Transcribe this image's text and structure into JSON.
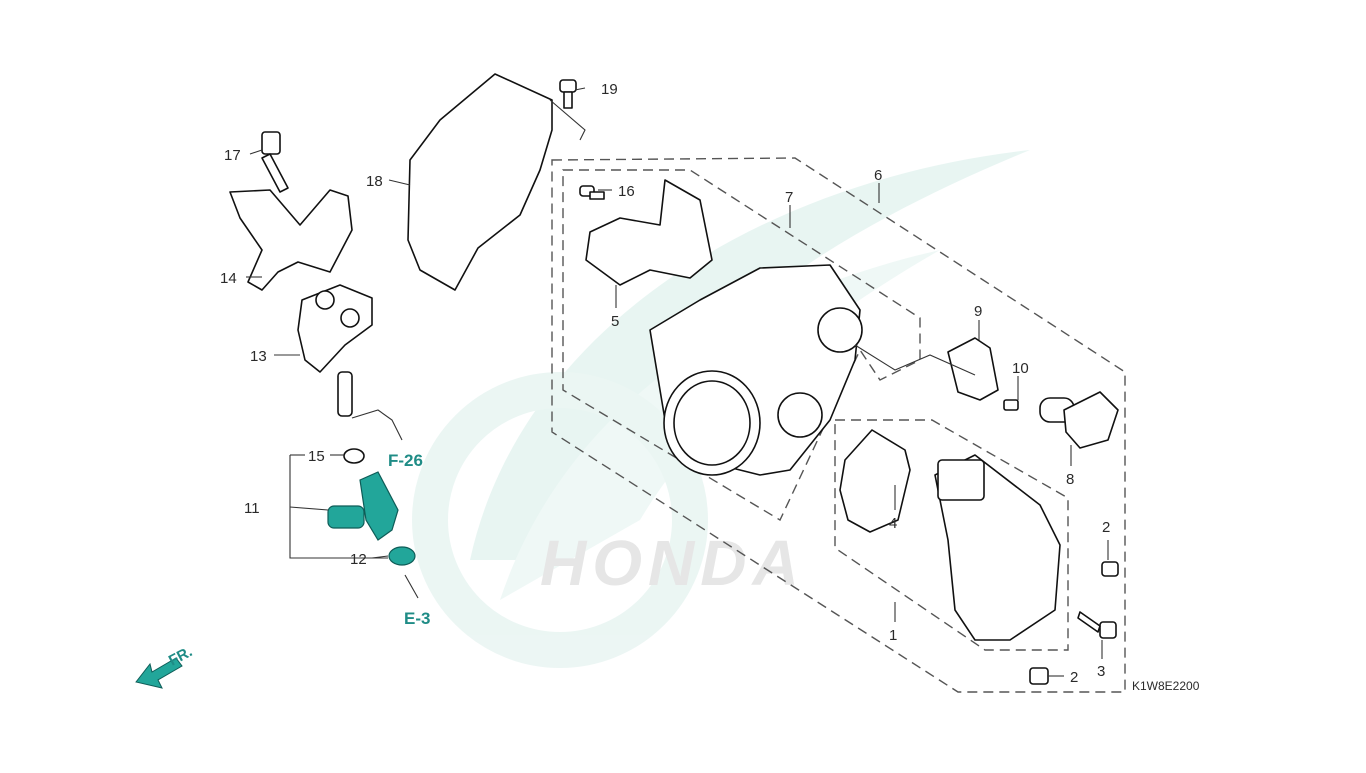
{
  "diagram_code": "K1W8E2200",
  "watermark_text": "HONDA",
  "references": {
    "f26": "F-26",
    "e3": "E-3"
  },
  "direction_label": "FR.",
  "callouts": {
    "c1": "1",
    "c2a": "2",
    "c2b": "2",
    "c3": "3",
    "c4": "4",
    "c5": "5",
    "c6": "6",
    "c7": "7",
    "c8": "8",
    "c9": "9",
    "c10": "10",
    "c11": "11",
    "c12": "12",
    "c13": "13",
    "c14": "14",
    "c15": "15",
    "c16": "16",
    "c17": "17",
    "c18": "18",
    "c19": "19"
  },
  "colors": {
    "accent": "#22a69a",
    "watermark": "#d7eee9",
    "line": "#111111"
  }
}
